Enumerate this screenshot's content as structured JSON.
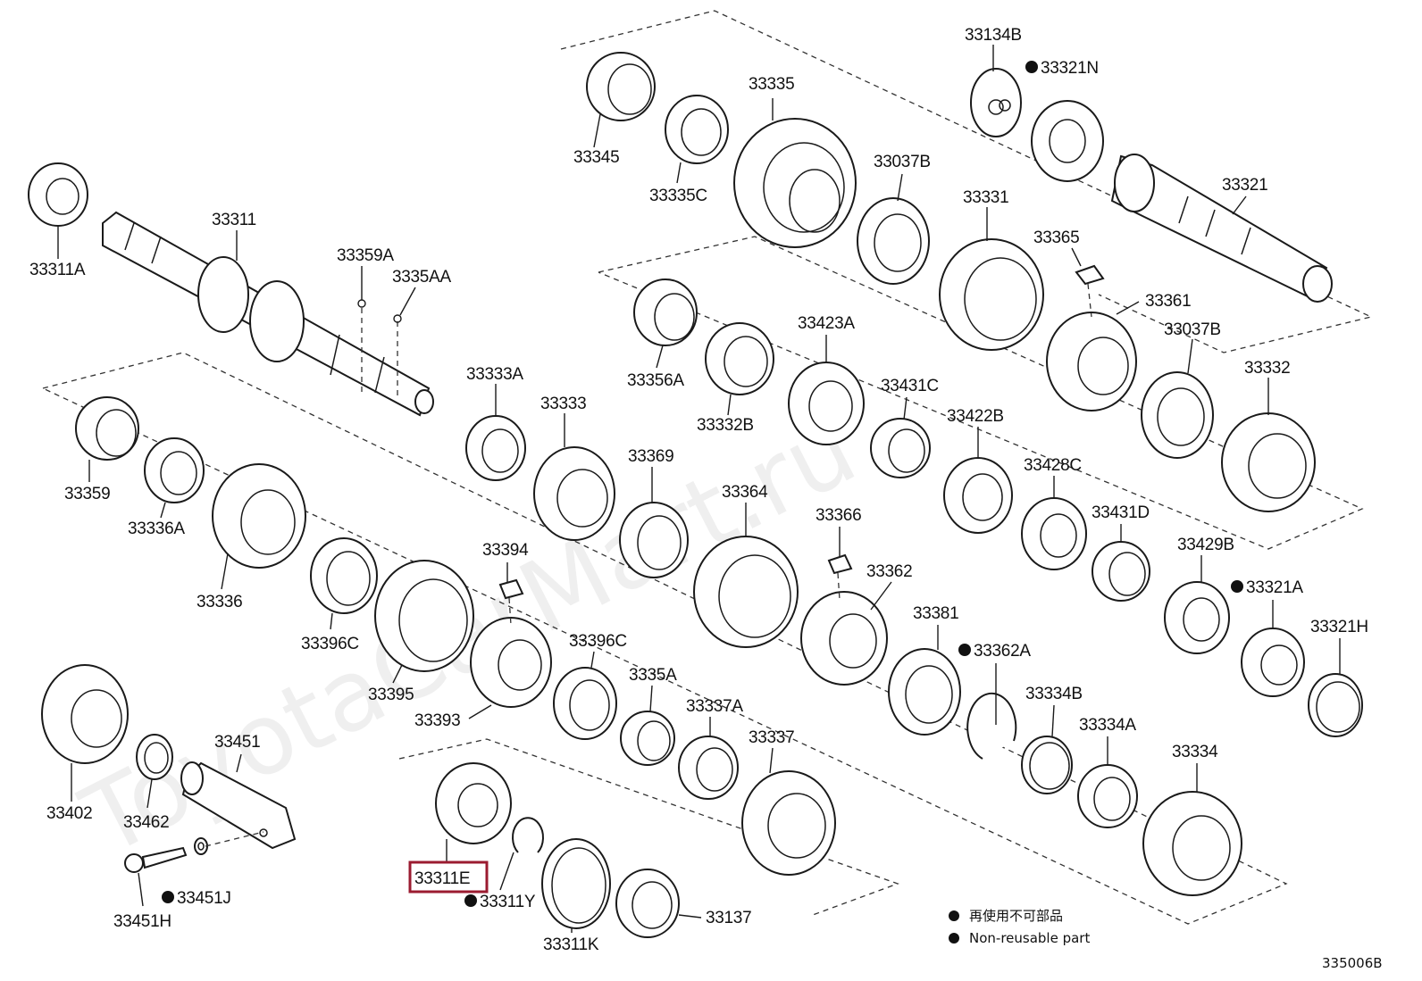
{
  "diagram_id": "335006B",
  "watermark": "ToyotaCarMart.ru",
  "highlighted_part": "33311E",
  "highlight_color": "#9b1b30",
  "legend": [
    {
      "symbol": "●",
      "text": "再使用不可部品"
    },
    {
      "symbol": "●",
      "text": "Non-reusable part"
    }
  ],
  "labels": [
    {
      "id": "33134B",
      "text": "33134B",
      "dot": false
    },
    {
      "id": "33321N",
      "text": "33321N",
      "dot": true
    },
    {
      "id": "33345",
      "text": "33345",
      "dot": false
    },
    {
      "id": "33335",
      "text": "33335",
      "dot": false
    },
    {
      "id": "33335C",
      "text": "33335C",
      "dot": false
    },
    {
      "id": "33037B-1",
      "text": "33037B",
      "dot": false
    },
    {
      "id": "33331",
      "text": "33331",
      "dot": false
    },
    {
      "id": "33321",
      "text": "33321",
      "dot": false
    },
    {
      "id": "33365",
      "text": "33365",
      "dot": false
    },
    {
      "id": "33361",
      "text": "33361",
      "dot": false
    },
    {
      "id": "33037B-2",
      "text": "33037B",
      "dot": false
    },
    {
      "id": "33332",
      "text": "33332",
      "dot": false
    },
    {
      "id": "33311",
      "text": "33311",
      "dot": false
    },
    {
      "id": "33311A",
      "text": "33311A",
      "dot": false
    },
    {
      "id": "33359A",
      "text": "33359A",
      "dot": false
    },
    {
      "id": "3335AA",
      "text": "3335AA",
      "dot": false
    },
    {
      "id": "33356A",
      "text": "33356A",
      "dot": false
    },
    {
      "id": "33423A",
      "text": "33423A",
      "dot": false
    },
    {
      "id": "33431C",
      "text": "33431C",
      "dot": false
    },
    {
      "id": "33332B",
      "text": "33332B",
      "dot": false
    },
    {
      "id": "33422B",
      "text": "33422B",
      "dot": false
    },
    {
      "id": "33333A",
      "text": "33333A",
      "dot": false
    },
    {
      "id": "33333",
      "text": "33333",
      "dot": false
    },
    {
      "id": "33428C",
      "text": "33428C",
      "dot": false
    },
    {
      "id": "33369",
      "text": "33369",
      "dot": false
    },
    {
      "id": "33364",
      "text": "33364",
      "dot": false
    },
    {
      "id": "33431D",
      "text": "33431D",
      "dot": false
    },
    {
      "id": "33359",
      "text": "33359",
      "dot": false
    },
    {
      "id": "33336A",
      "text": "33336A",
      "dot": false
    },
    {
      "id": "33366",
      "text": "33366",
      "dot": false
    },
    {
      "id": "33429B",
      "text": "33429B",
      "dot": false
    },
    {
      "id": "33321A",
      "text": "33321A",
      "dot": true
    },
    {
      "id": "33394",
      "text": "33394",
      "dot": false
    },
    {
      "id": "33362",
      "text": "33362",
      "dot": false
    },
    {
      "id": "33336",
      "text": "33336",
      "dot": false
    },
    {
      "id": "33321H",
      "text": "33321H",
      "dot": false
    },
    {
      "id": "33381",
      "text": "33381",
      "dot": false
    },
    {
      "id": "33396C-1",
      "text": "33396C",
      "dot": false
    },
    {
      "id": "33396C-2",
      "text": "33396C",
      "dot": false
    },
    {
      "id": "33362A",
      "text": "33362A",
      "dot": true
    },
    {
      "id": "3335A",
      "text": "3335A",
      "dot": false
    },
    {
      "id": "33334B",
      "text": "33334B",
      "dot": false
    },
    {
      "id": "33395",
      "text": "33395",
      "dot": false
    },
    {
      "id": "33337A",
      "text": "33337A",
      "dot": false
    },
    {
      "id": "33334A",
      "text": "33334A",
      "dot": false
    },
    {
      "id": "33393",
      "text": "33393",
      "dot": false
    },
    {
      "id": "33337",
      "text": "33337",
      "dot": false
    },
    {
      "id": "33334",
      "text": "33334",
      "dot": false
    },
    {
      "id": "33451",
      "text": "33451",
      "dot": false
    },
    {
      "id": "33402",
      "text": "33402",
      "dot": false
    },
    {
      "id": "33462",
      "text": "33462",
      "dot": false
    },
    {
      "id": "33311E",
      "text": "33311E",
      "dot": false
    },
    {
      "id": "33451J",
      "text": "33451J",
      "dot": true
    },
    {
      "id": "33311Y",
      "text": "33311Y",
      "dot": true
    },
    {
      "id": "33137",
      "text": "33137",
      "dot": false
    },
    {
      "id": "33451H",
      "text": "33451H",
      "dot": false
    },
    {
      "id": "33311K",
      "text": "33311K",
      "dot": false
    }
  ]
}
